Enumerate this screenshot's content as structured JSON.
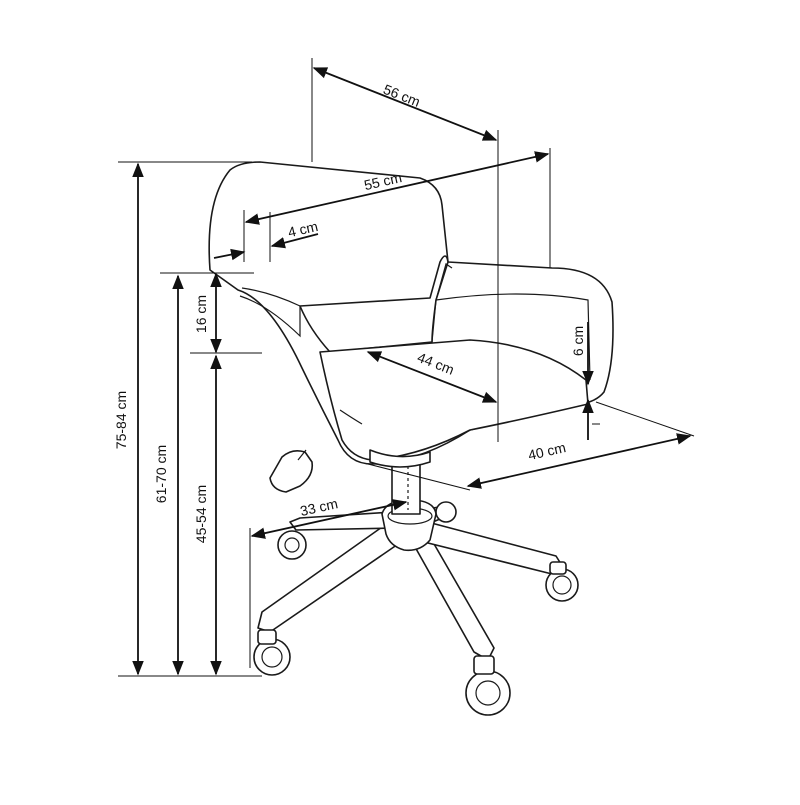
{
  "dimensions": {
    "depth_top": "56 cm",
    "width_back": "55 cm",
    "back_thickness": "4 cm",
    "back_height": "16 cm",
    "seat_depth": "44 cm",
    "armrest_height": "6 cm",
    "seat_width": "40 cm",
    "base_radius": "33 cm",
    "total_height": "75-84 cm",
    "armrest_floor_height": "61-70 cm",
    "seat_height": "45-54 cm"
  },
  "colors": {
    "line": "#1a1a1a",
    "background": "#ffffff"
  }
}
